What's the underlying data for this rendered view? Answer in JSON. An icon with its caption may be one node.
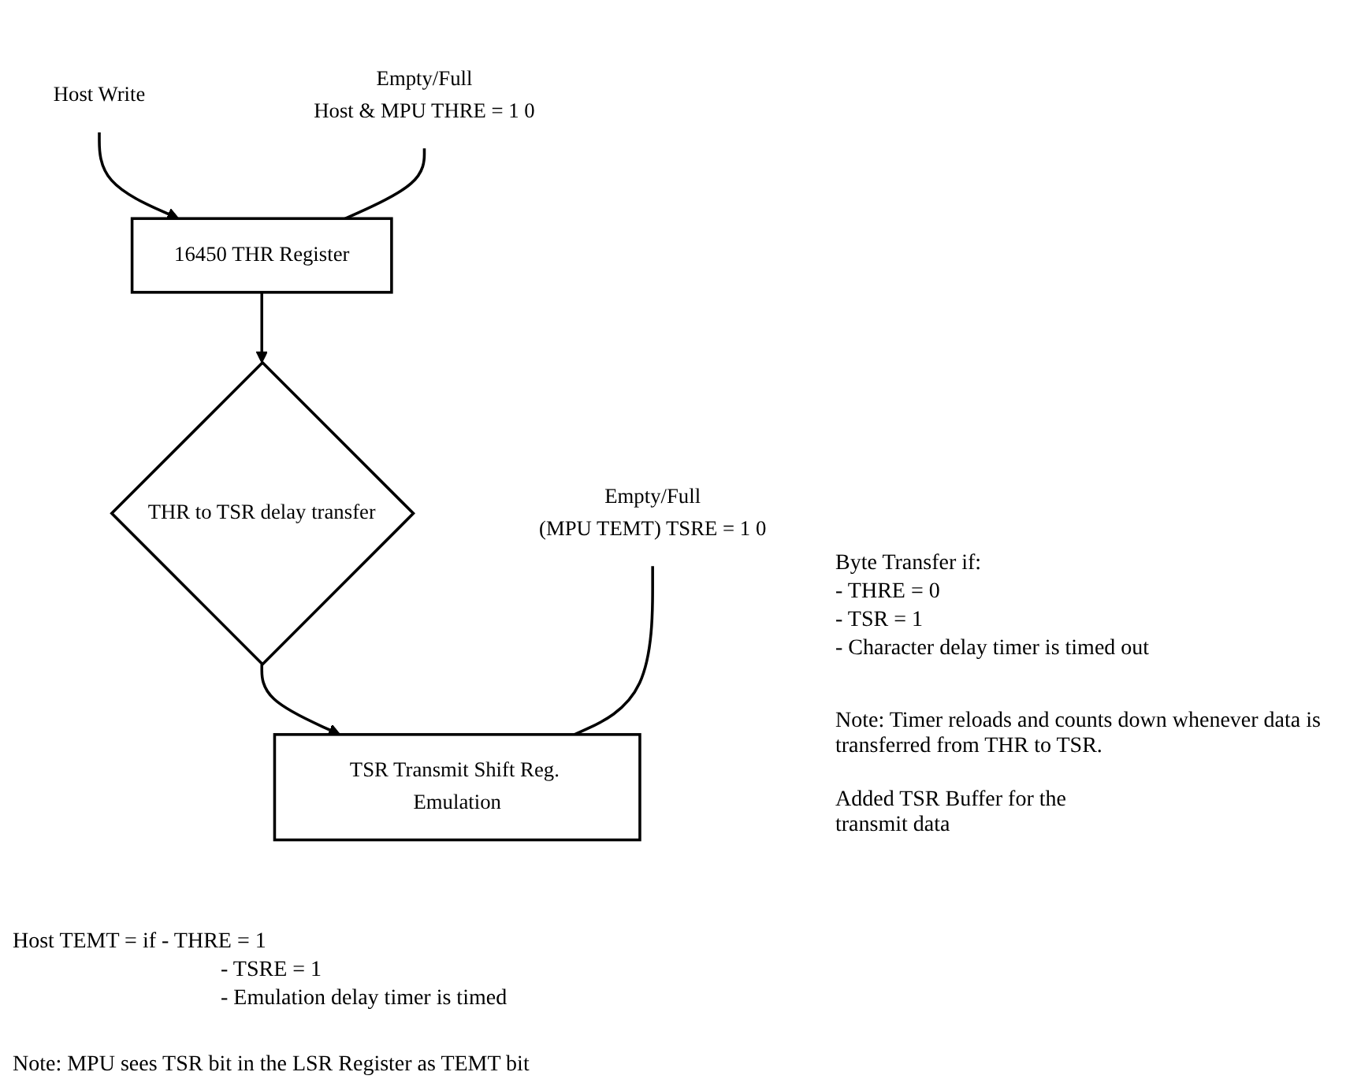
{
  "diagram": {
    "nodes": [
      {
        "text": [
          "Host Write"
        ]
      },
      {
        "text": [
          "16450 THR Register"
        ]
      },
      {
        "text": [
          "THR to TSR delay transfer"
        ]
      },
      {
        "text": [
          "TSR Transmit Shift Reg. Emulation"
        ]
      },
      {
        "text": [
          "Empty/Full",
          "Host & MPU THRE = 1 0"
        ]
      },
      {
        "text": [
          "Empty/Full",
          "(MPU TEMT) TSRE = 1 0"
        ]
      }
    ],
    "edges": [
      {
        "from": 0,
        "to": 1,
        "arrow": "to"
      },
      {
        "from": 1,
        "to": 2,
        "arrow": "to"
      },
      {
        "from": 2,
        "to": 3,
        "arrow": "to"
      },
      {
        "from": 4,
        "to": 1,
        "arrow": "none"
      },
      {
        "from": 5,
        "to": 3,
        "arrow": "none"
      }
    ],
    "labels": [
      "Byte Transfer if:",
      "- THRE = 0",
      "- TSR = 1",
      "- Character delay timer is timed out",
      "Note: Timer reloads and counts down whenever data is transferred from THR to TSR.",
      "Added TSR Buffer for the transmit data",
      "Host TEMT = if - THRE = 1",
      "- TSRE = 1",
      "- Emulation delay timer is timed",
      "Note: MPU sees TSR bit in the LSR Register as TEMT bit"
    ]
  }
}
